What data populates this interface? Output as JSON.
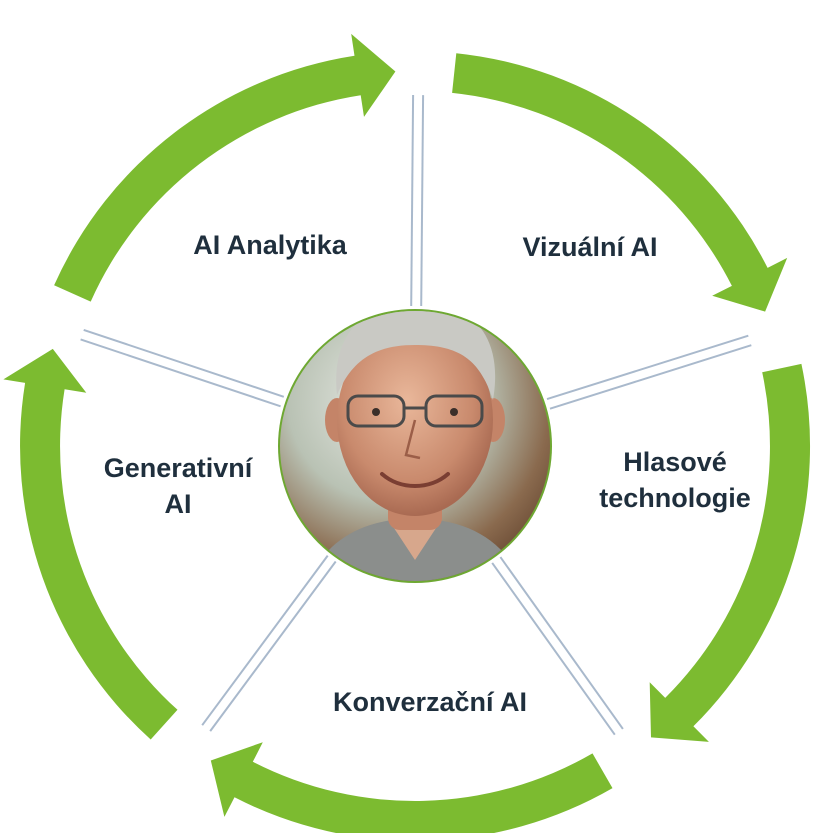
{
  "diagram": {
    "type": "cycle",
    "segments": [
      {
        "id": "analytika",
        "lines": [
          "AI Analytika"
        ]
      },
      {
        "id": "vizualni",
        "lines": [
          "Vizuální AI"
        ]
      },
      {
        "id": "hlasove",
        "lines": [
          "Hlasové",
          "technologie"
        ]
      },
      {
        "id": "konverzacni",
        "lines": [
          "Konverzační AI"
        ]
      },
      {
        "id": "generativni",
        "lines": [
          "Generativní",
          "AI"
        ]
      }
    ],
    "center_image": "portrait of smiling older man with glasses",
    "colors": {
      "arrow": "#7cbb30",
      "divider": "#a9b9cc",
      "text": "#1f2f3d",
      "center_border": "#6ea832"
    }
  }
}
